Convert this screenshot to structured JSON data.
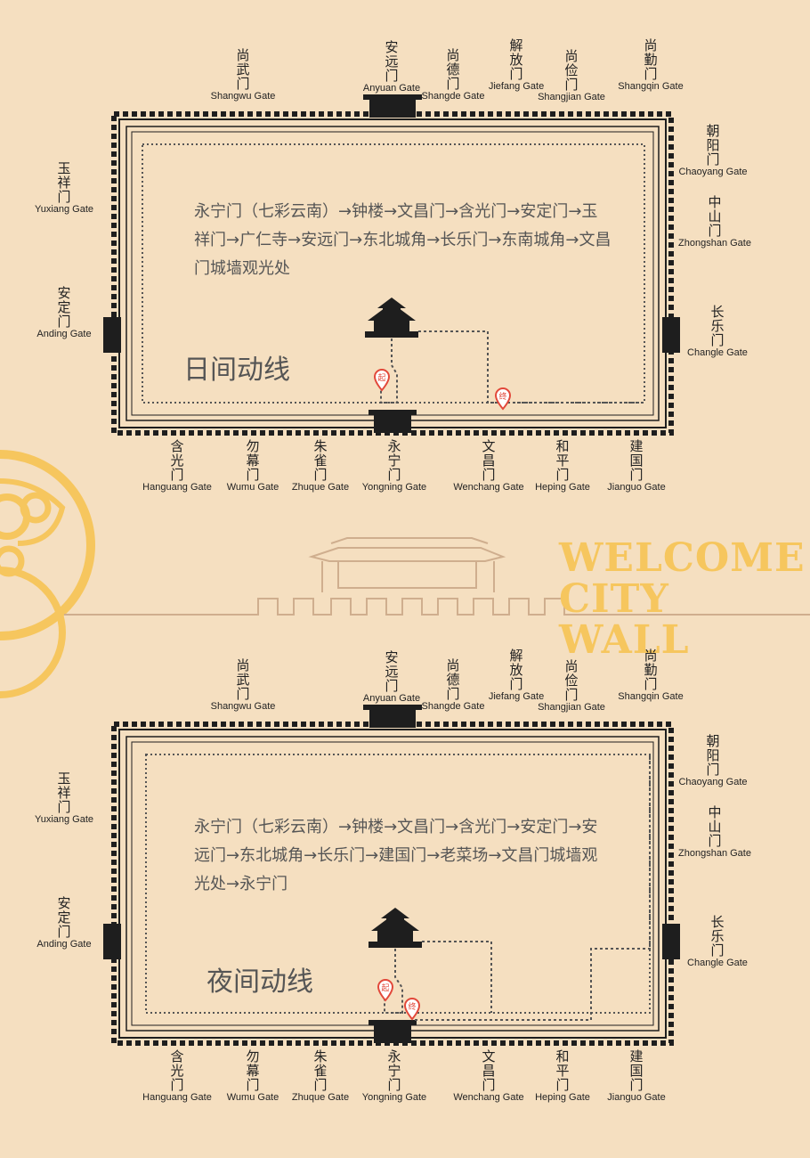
{
  "colors": {
    "background": "#f5dfc0",
    "wall": "#1e1e1e",
    "accent": "#f6c65e",
    "pin": "#e2483a",
    "route_text": "#555555"
  },
  "day_map": {
    "route_text": "永宁门（七彩云南）→钟楼→文昌门→含光门→安定门→玉祥门→广仁寺→安远门→东北城角→长乐门→东南城角→文昌门城墙观光处",
    "title": "日间动线",
    "start_label": "起",
    "end_label": "终"
  },
  "night_map": {
    "route_text": "永宁门（七彩云南）→钟楼→文昌门→含光门→安定门→安远门→东北城角→长乐门→建国门→老菜场→文昌门城墙观光处→永宁门",
    "title": "夜间动线",
    "start_label": "起",
    "end_label": "终"
  },
  "gates": {
    "shangwu": {
      "zh": "尚武门",
      "en": "Shangwu Gate"
    },
    "anyuan": {
      "zh": "安远门",
      "en": "Anyuan Gate"
    },
    "shangde": {
      "zh": "尚德门",
      "en": "Shangde Gate"
    },
    "jiefang": {
      "zh": "解放门",
      "en": "Jiefang Gate"
    },
    "shangjian": {
      "zh": "尚俭门",
      "en": "Shangjian Gate"
    },
    "shangqin": {
      "zh": "尚勤门",
      "en": "Shangqin Gate"
    },
    "yuxiang": {
      "zh": "玉祥门",
      "en": "Yuxiang Gate"
    },
    "anding": {
      "zh": "安定门",
      "en": "Anding Gate"
    },
    "chaoyang": {
      "zh": "朝阳门",
      "en": "Chaoyang Gate"
    },
    "zhongshan": {
      "zh": "中山门",
      "en": "Zhongshan Gate"
    },
    "changle": {
      "zh": "长乐门",
      "en": "Changle Gate"
    },
    "hanguang": {
      "zh": "含光门",
      "en": "Hanguang Gate"
    },
    "wumu": {
      "zh": "勿幕门",
      "en": "Wumu Gate"
    },
    "zhuque": {
      "zh": "朱雀门",
      "en": "Zhuque Gate"
    },
    "yongning": {
      "zh": "永宁门",
      "en": "Yongning Gate"
    },
    "wenchang": {
      "zh": "文昌门",
      "en": "Wenchang Gate"
    },
    "heping": {
      "zh": "和平门",
      "en": "Heping Gate"
    },
    "jianguo": {
      "zh": "建国门",
      "en": "Jianguo Gate"
    }
  },
  "banner": {
    "line1": "WELCOME",
    "line2": "CITY WALL"
  }
}
